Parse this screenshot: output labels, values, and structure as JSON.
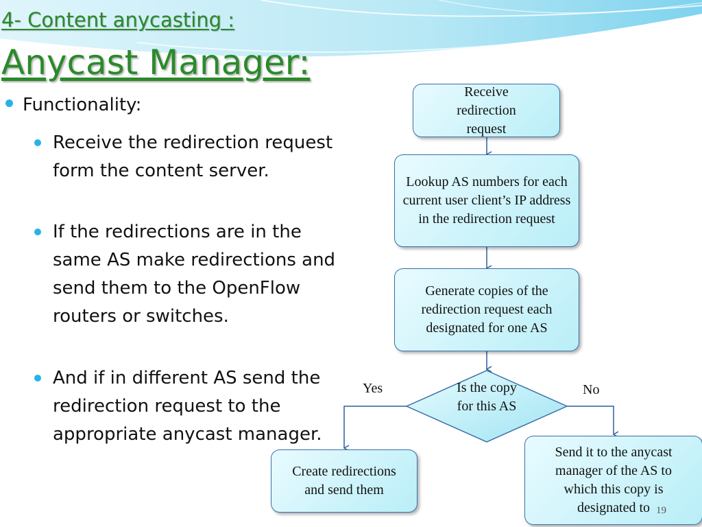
{
  "header": {
    "subtitle": "4- Content anycasting :",
    "title": "Anycast Manager:"
  },
  "bullets": {
    "level1": "Functionality:",
    "items": [
      "Receive the redirection request form the content server.",
      "If the redirections are in the same AS make redirections and send them to the OpenFlow routers or switches.",
      "And if in different AS send the redirection request to the appropriate anycast manager."
    ]
  },
  "flowchart": {
    "step1": "Receive redirection request",
    "step2": "Lookup AS numbers for each current user client’s IP address in the redirection request",
    "step3": "Generate copies of the redirection request each designated for one AS",
    "decision": "Is the copy for this AS",
    "yes_label": "Yes",
    "no_label": "No",
    "yes_action": "Create redirections and send them",
    "no_action": "Send it to the anycast manager  of the AS to which this copy is designated to"
  },
  "page_number": "19",
  "colors": {
    "title_green": "#2a8a2a",
    "bullet_blue": "#27b3e6",
    "box_border": "#3a6fa8",
    "box_fill": "#c9f2fa"
  }
}
